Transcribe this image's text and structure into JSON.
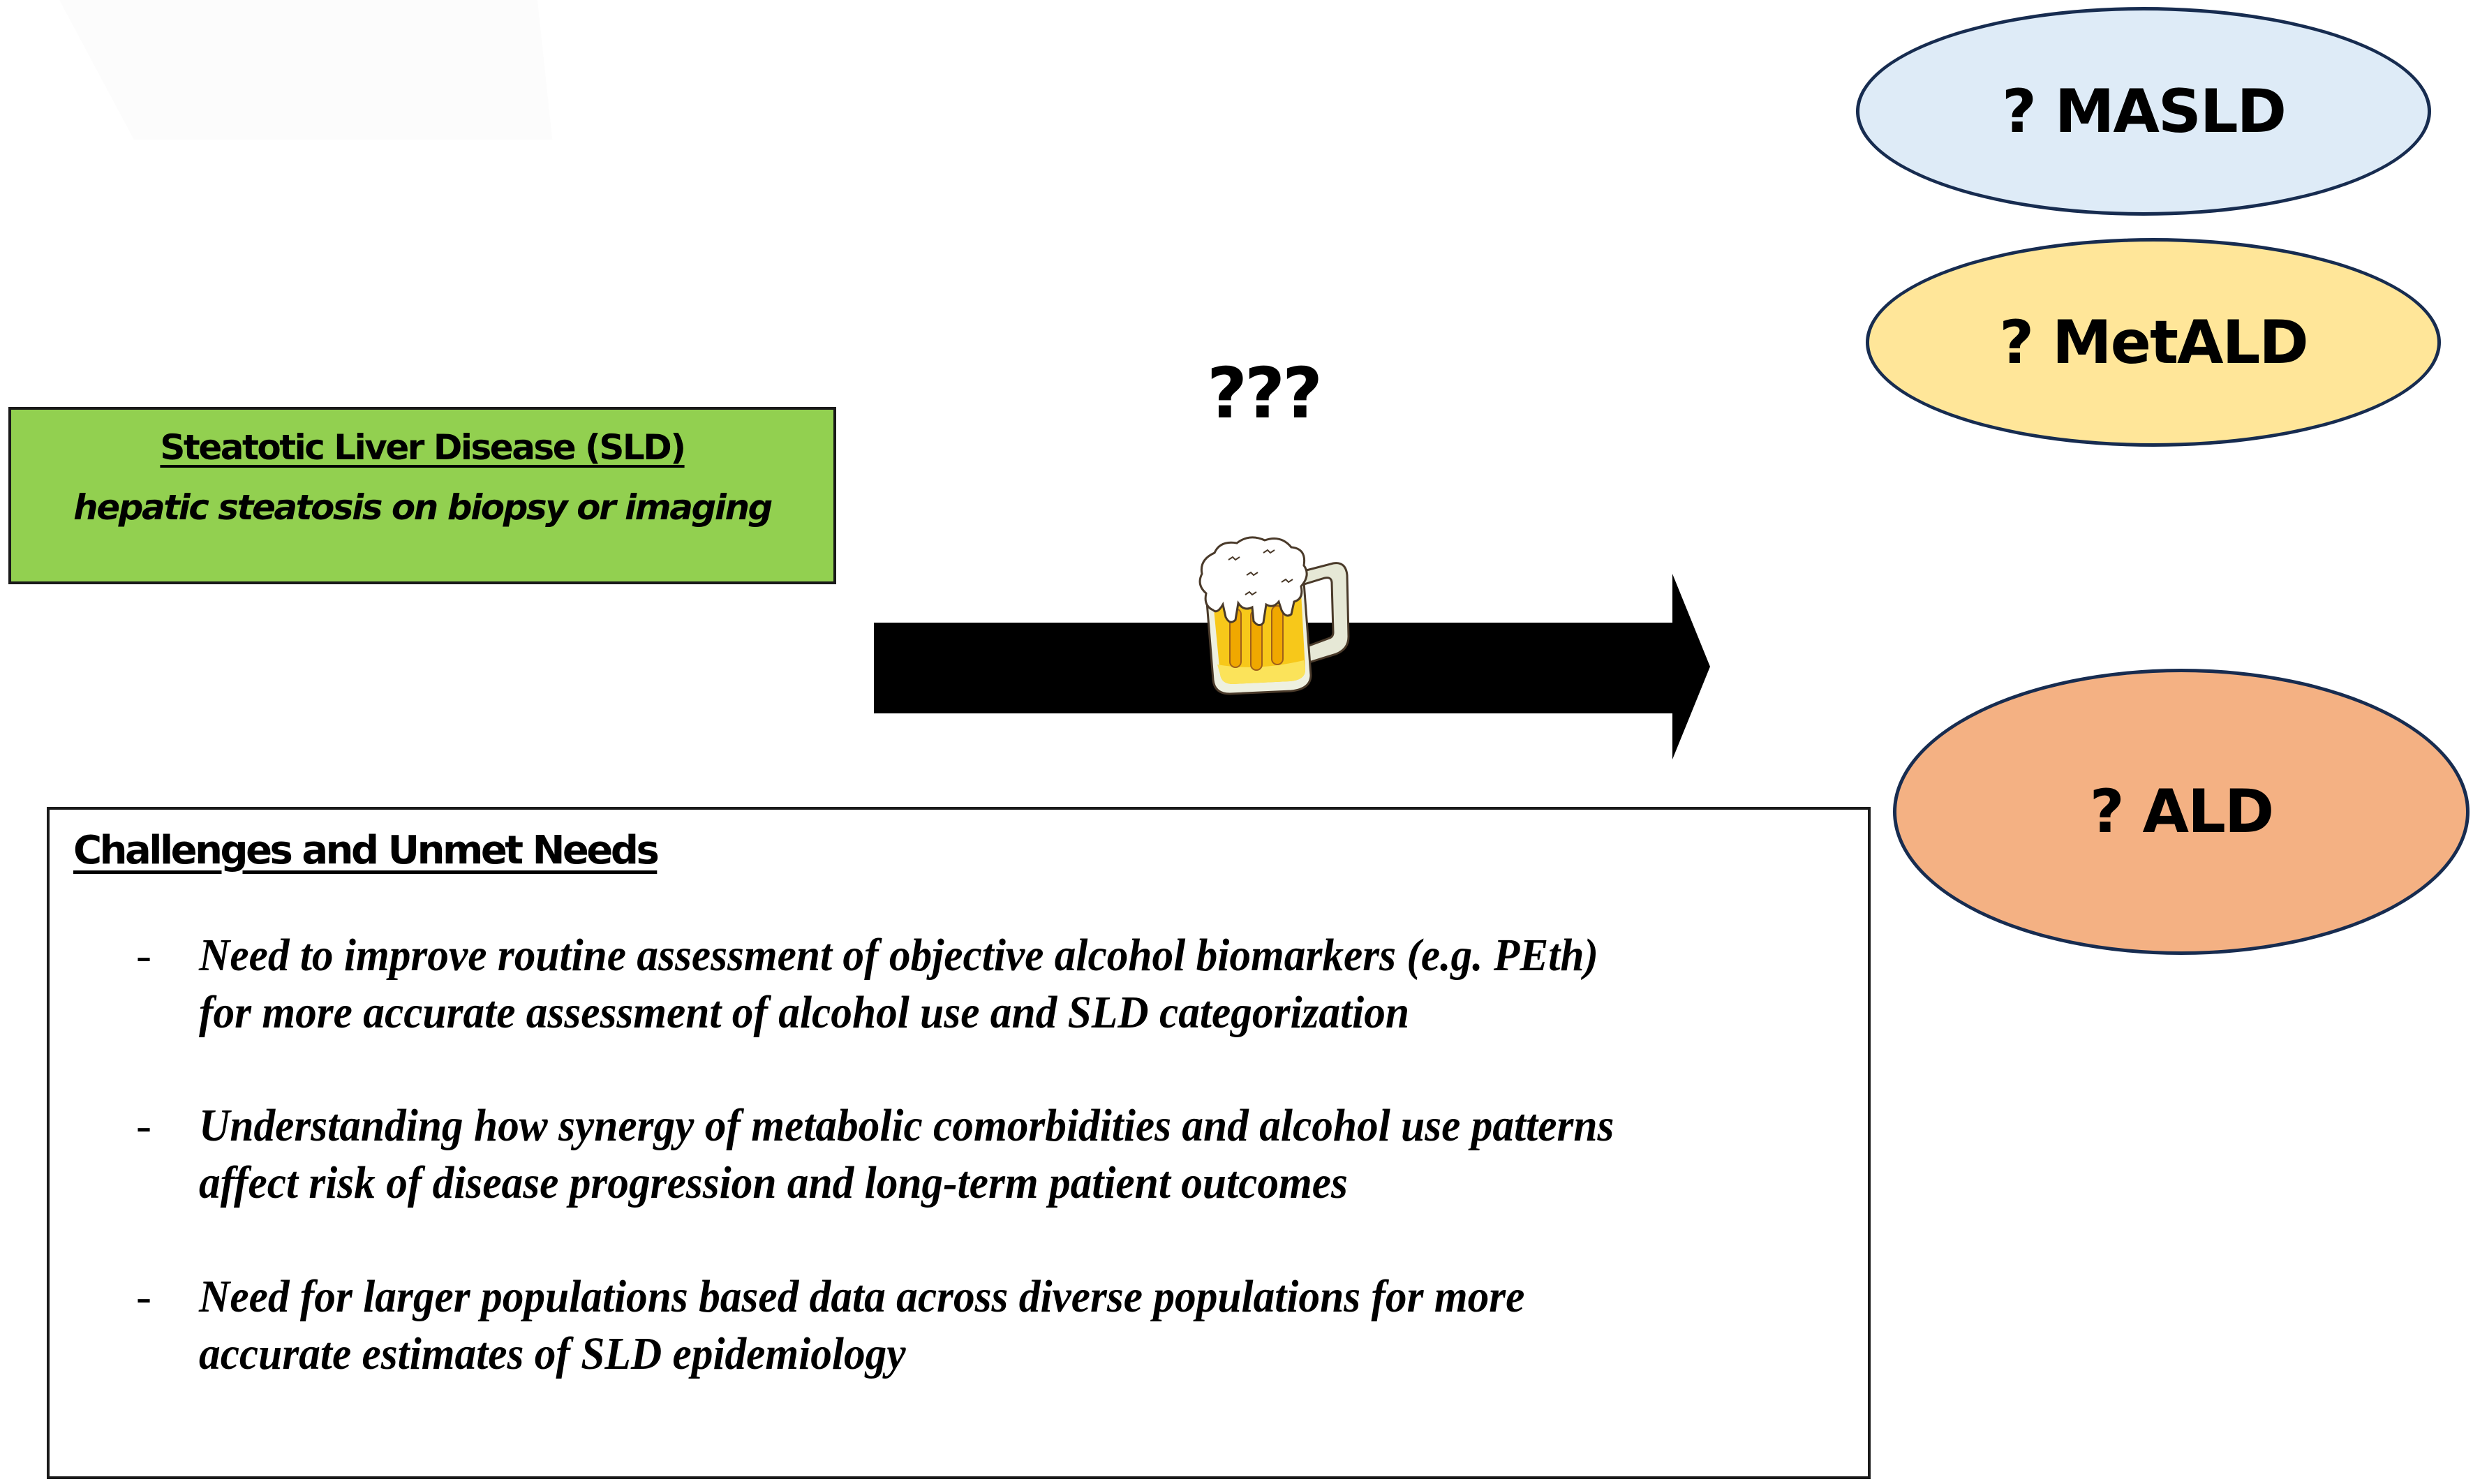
{
  "sld_box": {
    "title": "Steatotic Liver Disease (SLD)",
    "subtitle": "hepatic steatosis on biopsy or imaging",
    "fill_color": "#92d050"
  },
  "transition": {
    "label": "???",
    "arrow_icon": "right-arrow-icon",
    "image_icon": "beer-mug-icon"
  },
  "outcomes": [
    {
      "label": "? MASLD",
      "fill_color": "#deebf7"
    },
    {
      "label": "? MetALD",
      "fill_color": "#ffe699"
    },
    {
      "label": "? ALD",
      "fill_color": "#f4b183"
    }
  ],
  "challenges": {
    "heading": "Challenges and Unmet Needs",
    "bullet_marker": "-",
    "items": [
      {
        "line1": "Need to improve routine assessment of objective alcohol biomarkers (e.g. PEth)",
        "line2": "for more accurate assessment of alcohol use and SLD categorization"
      },
      {
        "line1": "Understanding how synergy of metabolic comorbidities and alcohol use patterns",
        "line2": "affect risk of disease progression and long-term patient outcomes"
      },
      {
        "line1": "Need for larger populations based data across diverse populations for more",
        "line2": "accurate estimates of SLD epidemiology"
      }
    ]
  }
}
